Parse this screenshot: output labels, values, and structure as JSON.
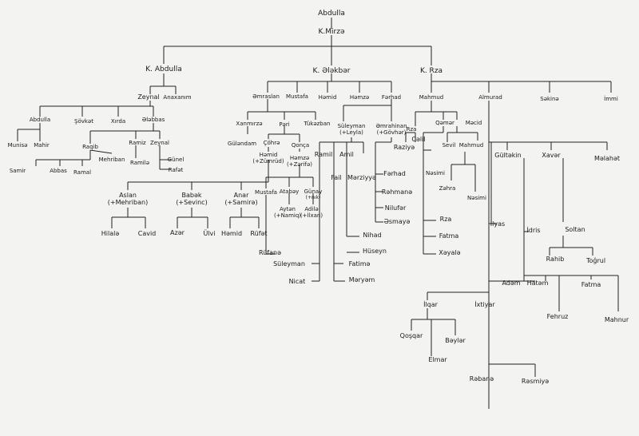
{
  "tree": {
    "root": "Abdulla",
    "n_mirze": "K.Mirzə",
    "k_abdulla": "K. Abdulla",
    "k_elekber": "K. Ələkbər",
    "k_rza": "K. Rza",
    "zeynal": "Zeynal",
    "anaxanim": "Anaxanım",
    "abdulla2": "Abdulla",
    "sovket": "Şövkət",
    "xirda": "Xırda",
    "elebbas": "Ələbbas",
    "munise": "Munisə",
    "mahir": "Mahir",
    "raqib": "Raqib",
    "ramiz": "Ramiz",
    "zeynal2": "Zeynal",
    "samir": "Samir",
    "abbas": "Abbas",
    "ramal": "Ramal",
    "mehriban": "Mehriban",
    "ramile": "Ramilə",
    "gunel": "Günel",
    "rafet": "Rafət",
    "emraslan": "Əmraslan",
    "mustafa": "Mustafa",
    "hemid": "Həmid",
    "hemze": "Həmzə",
    "ferhad": "Fərhad",
    "xanmirze": "Xanmırzə",
    "peri": "Pəri",
    "tukezban": "Tükəzban",
    "gulendam": "Güləndam",
    "cehre": "Çöhrə",
    "qonca": "Qonça",
    "hemid2": "Həmid",
    "hemid2_sp": "(+Zümrüd)",
    "hemze2": "Həmzə",
    "hemze2_sp": "(+Zərifə)",
    "aslan": "Aslan",
    "aslan_sp": "(+Mehriban)",
    "babek": "Babək",
    "babek_sp": "(+Sevinc)",
    "anar": "Anar",
    "anar_sp": "(+Samirə)",
    "hilale": "Hilalə",
    "cavid": "Cavid",
    "azer": "Azər",
    "ulvi": "Ülvi",
    "hemid3": "Həmid",
    "rufet": "Rüfət",
    "mustafa2": "Mustafa",
    "atabey": "Atabəy",
    "gunay": "Günay",
    "gunay_sp": "(+nık)",
    "ayten": "Aytən",
    "ayten_sp": "(+Namiq)",
    "adile": "Adilə",
    "adile_sp": "(+İlxan)",
    "rufane": "Rüfanə",
    "suleyman2": "Süleyman",
    "nicat": "Nicat",
    "suleyman": "Süleyman",
    "suleyman_sp": "(+Leyla)",
    "emrahinan": "Əmrahinan",
    "emrahinan_sp": "(+Gövhər)",
    "ramil": "Ramil",
    "amil": "Amil",
    "fail": "Fail",
    "merziyye": "Mərziyyə",
    "nihad": "Nihad",
    "huseyn": "Hüseyn",
    "fatime": "Fatimə",
    "meryem": "Məryəm",
    "ferhad2": "Fərhad",
    "rehmane": "Rəhmanə",
    "nilufer": "Nilufər",
    "esmaye": "Əsmayə",
    "mahmud": "Mahmud",
    "almurad": "Almurad",
    "sekine": "Səkinə",
    "immi": "İmmi",
    "rza2": "Rza",
    "qemer": "Qəmər",
    "mecid": "Məcid",
    "raziye": "Raziyə",
    "celil": "Cəlil",
    "sevil": "Sevil",
    "mahmud2": "Mahmud",
    "nesimi": "Nəsimi",
    "zehra": "Zəhra",
    "nesimi2": "Nəsimi",
    "rza3": "Rza",
    "fatma": "Fatma",
    "xeyale": "Xəyalə",
    "gultekin": "Gültəkin",
    "xever": "Xavər",
    "melahet": "Məlahət",
    "ilyas": "İlyas",
    "idris": "İdris",
    "soltan": "Soltan",
    "rahib": "Rahib",
    "togrul": "Toğrul",
    "adem": "Adəm",
    "hatem": "Hatəm",
    "fatma2": "Fatma",
    "fehruz": "Fehruz",
    "mahnur": "Mahnur",
    "ilqar": "İlqar",
    "ixtiyar": "İxtiyar",
    "qosqar": "Qoşqar",
    "beyler": "Bəylər",
    "elmar": "Elmar",
    "rebane": "Rəbanə",
    "resmiye": "Rəsmiyə"
  }
}
